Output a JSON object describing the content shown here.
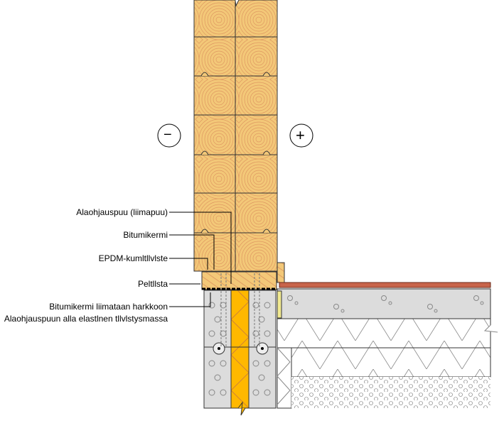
{
  "symbols": {
    "interior": "−",
    "exterior": "+"
  },
  "labels": [
    "Alaohjauspuu (liimapuu)",
    "Bitumikermi",
    "EPDM-kumltllvlste",
    "Peltllsta",
    "Bitumikermi liimataan harkkoon",
    "Alaohjauspuun alla elastlnen tllvlstysmassa"
  ],
  "colors": {
    "wood": "#f3c878",
    "wood_ring": "#d98a5a",
    "concrete": "#dcdcdc",
    "insulation": "#ffb800",
    "parquet": "#c8644a"
  }
}
